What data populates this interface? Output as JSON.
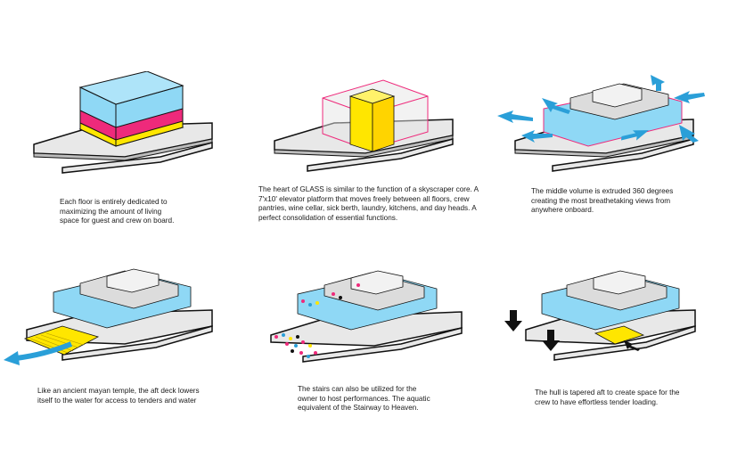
{
  "panels": [
    {
      "caption": "Each floor is entirely dedicated to\nmaximizing the amount of living\nspace for guest and crew on board."
    },
    {
      "caption": "The heart of GLASS is similar to the function of a skyscraper core. A\n7'x10' elevator platform that moves freely between all floors, crew\npantries, wine cellar, sick berth, laundry, kitchens, and day heads. A\nperfect consolidation of essential functions."
    },
    {
      "caption": "The middle volume is extruded 360 degrees\ncreating the most breathetaking views from\nanywhere onboard."
    },
    {
      "caption": "Like an ancient mayan temple, the aft deck lowers\nitself to the water for access to tenders and water"
    },
    {
      "caption": "The stairs can also be utilized for the\nowner to host performances. The aquatic\nequivalent of the Stairway to Heaven."
    },
    {
      "caption": "The hull is tapered aft to create space for the\ncrew to have effortless tender loading."
    }
  ],
  "colors": {
    "hull": "#e8e8e8",
    "hull_stroke": "#111111",
    "cyan": "#8fd8f5",
    "cyan_dark": "#5cc3ee",
    "magenta": "#ee2a7b",
    "yellow": "#ffe600",
    "arrow_blue": "#2a9fd8",
    "grey_block": "#dcdcdc"
  }
}
